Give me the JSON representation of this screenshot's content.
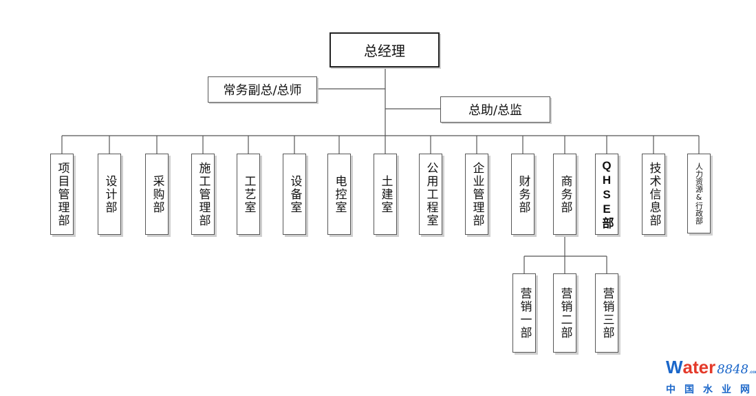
{
  "chart": {
    "root": "总经理",
    "side_left": "常务副总/总师",
    "side_right": "总助/总监",
    "departments": [
      {
        "key": "d1",
        "label": "项目管理部"
      },
      {
        "key": "d2",
        "label": "设计部"
      },
      {
        "key": "d3",
        "label": "采购部"
      },
      {
        "key": "d4",
        "label": "施工管理部"
      },
      {
        "key": "d5",
        "label": "工艺室"
      },
      {
        "key": "d6",
        "label": "设备室"
      },
      {
        "key": "d7",
        "label": "电控室"
      },
      {
        "key": "d8",
        "label": "土建室"
      },
      {
        "key": "d9",
        "label": "公用工程室"
      },
      {
        "key": "d10",
        "label": "企业管理部"
      },
      {
        "key": "d11",
        "label": "财务部"
      },
      {
        "key": "d12",
        "label": "商务部"
      },
      {
        "key": "d13",
        "label": "QHSE部"
      },
      {
        "key": "d14",
        "label": "技术信息部"
      },
      {
        "key": "d15",
        "label": "人力资源&行政部"
      }
    ],
    "sales_units": [
      {
        "key": "s1",
        "label": "营销一部"
      },
      {
        "key": "s2",
        "label": "营销二部"
      },
      {
        "key": "s3",
        "label": "营销三部"
      }
    ]
  },
  "watermark": {
    "brand_w": "W",
    "brand_rest": "ater",
    "brand_num": "8848",
    "brand_com": ".com",
    "brand_cn": "中国水业网"
  }
}
